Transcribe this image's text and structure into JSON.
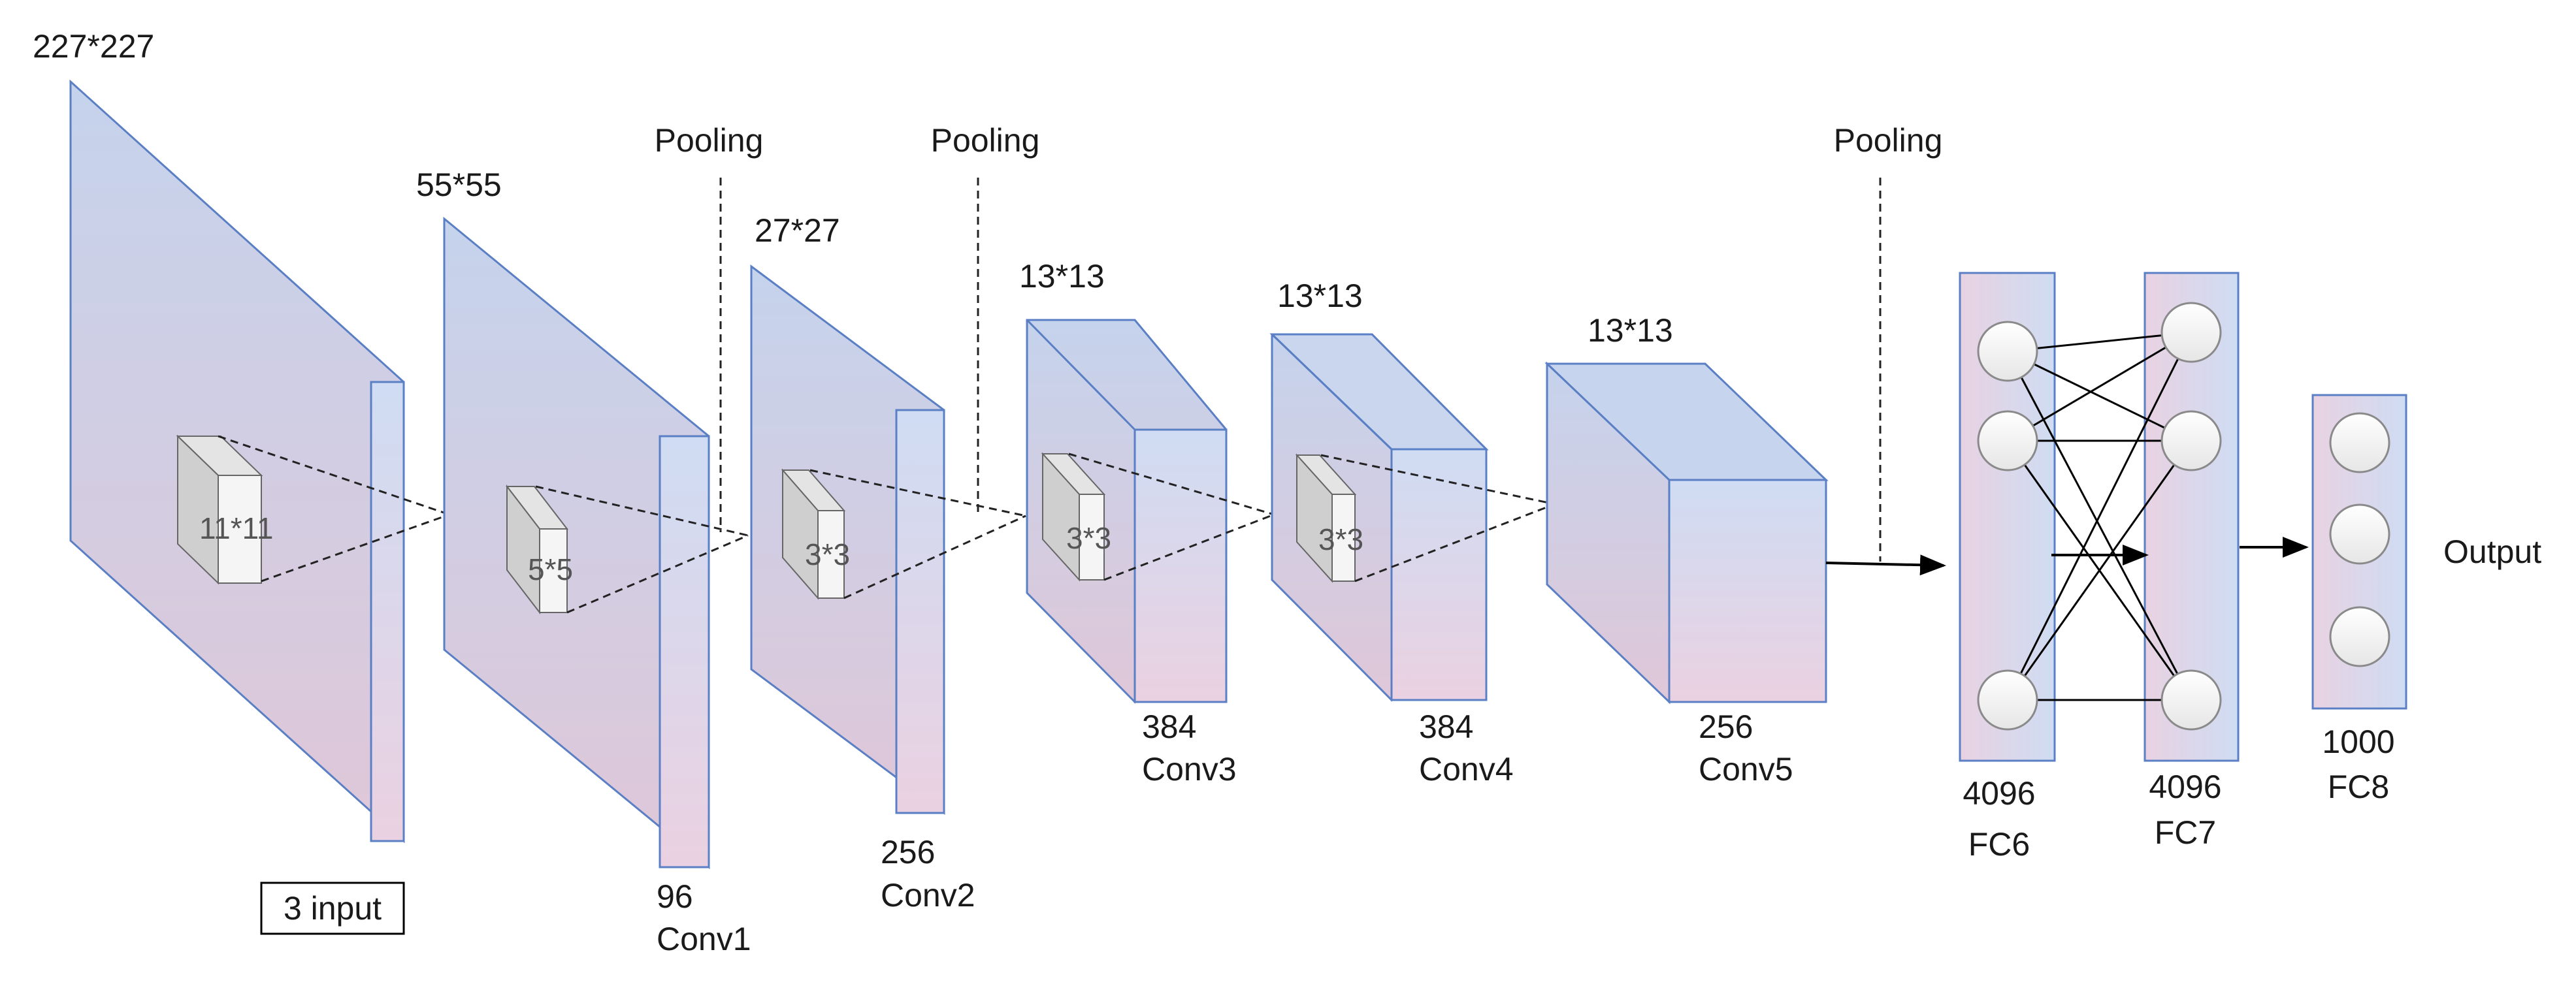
{
  "input": {
    "size": "227*227",
    "channels": "3 input",
    "kernel": "11*11"
  },
  "conv1": {
    "size": "55*55",
    "depth": "96",
    "name": "Conv1",
    "kernel": "5*5"
  },
  "conv2": {
    "size": "27*27",
    "depth": "256",
    "name": "Conv2",
    "kernel": "3*3"
  },
  "conv3": {
    "size": "13*13",
    "depth": "384",
    "name": "Conv3",
    "kernel": "3*3"
  },
  "conv4": {
    "size": "13*13",
    "depth": "384",
    "name": "Conv4",
    "kernel": "3*3"
  },
  "conv5": {
    "size": "13*13",
    "depth": "256",
    "name": "Conv5"
  },
  "pooling": [
    "Pooling",
    "Pooling",
    "Pooling"
  ],
  "fc6": {
    "units": "4096",
    "name": "FC6"
  },
  "fc7": {
    "units": "4096",
    "name": "FC7"
  },
  "fc8": {
    "units": "1000",
    "name": "FC8"
  },
  "output": "Output",
  "colors": {
    "block_top": "#c5d3ec",
    "block_bottom": "#dfc7d8",
    "edge": "#5b7fc4",
    "node_fill": "#f4f4f4",
    "node_stroke": "#8a8a8a",
    "line": "#000000"
  },
  "icons": {
    "arrow": "arrow-right-icon",
    "node": "neuron-icon"
  }
}
